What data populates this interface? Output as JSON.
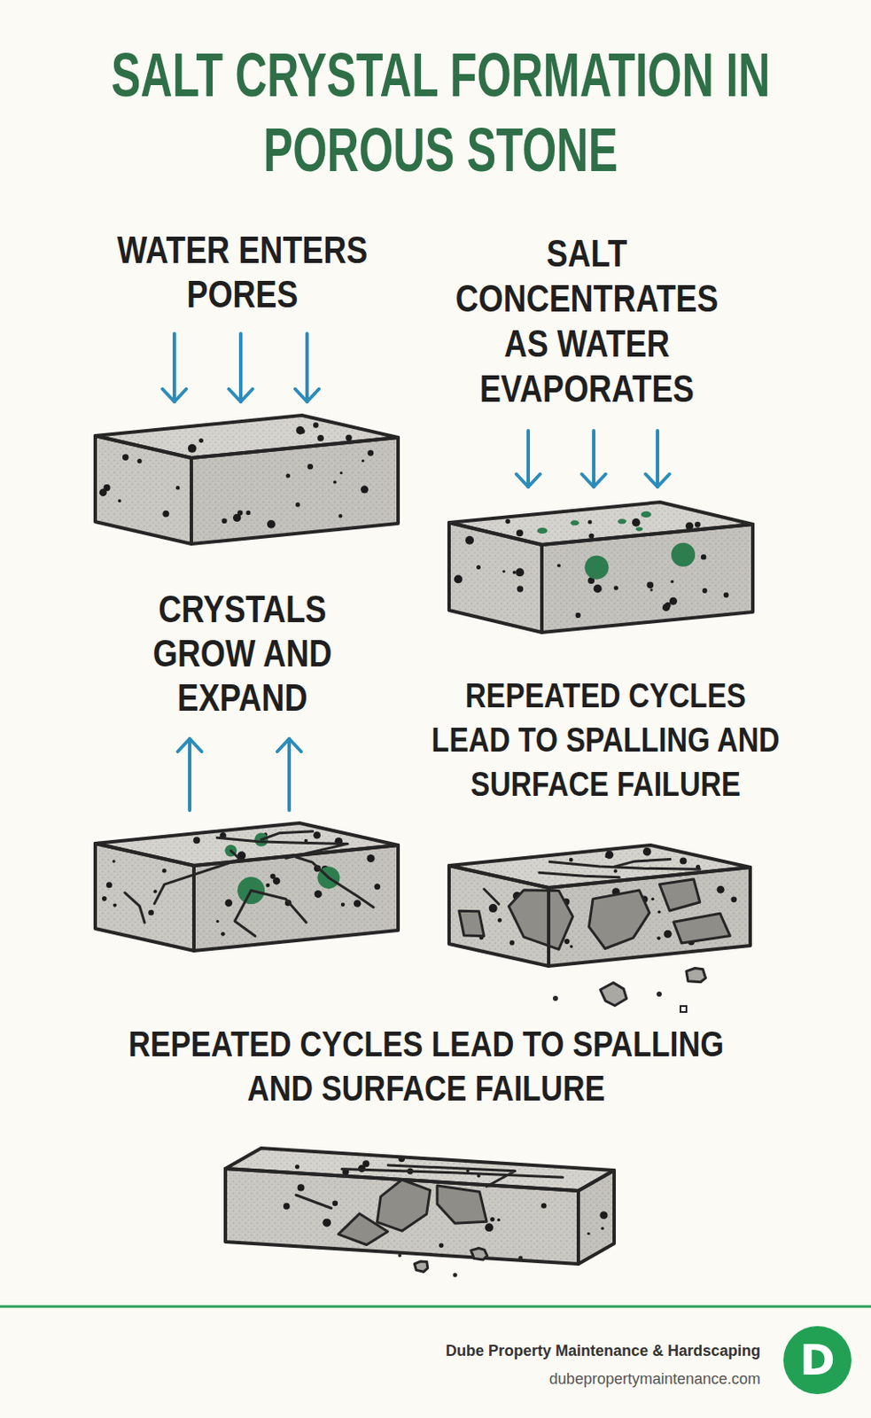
{
  "diagram": {
    "title": "SALT CRYSTAL FORMATION IN POROUS STONE",
    "labels": [
      "WATER ENTERS PORES",
      "SALT CONCENTRATES AS WATER EVAPORATES",
      "CRYSTALS GROW AND EXPAND",
      "REPEATED CYCLES LEAD TO SPALLING AND SURFACE FAILURE",
      "REPEATED CYCLES LEAD TO SPALLING AND SURFACE FAILURE",
      "Dube Property Maintenance & Hardscaping",
      "dubepropertymaintenance.com",
      "D"
    ]
  }
}
